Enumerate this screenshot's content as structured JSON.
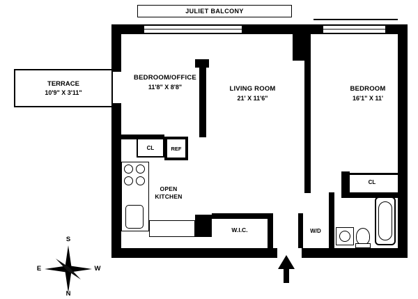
{
  "plan": {
    "juliet_balcony": "JULIET BALCONY",
    "terrace": {
      "name": "TERRACE",
      "dim": "10'9\" X 3'11\""
    },
    "bedroom_office": {
      "name": "BEDROOM/OFFICE",
      "dim": "11'8\" X 8'8\""
    },
    "living_room": {
      "name": "LIVING ROOM",
      "dim": "21' X 11'6\""
    },
    "bedroom": {
      "name": "BEDROOM",
      "dim": "16'1\" X 11'"
    },
    "closet_kitchen": "CL",
    "refrigerator": "REF",
    "open_kitchen": {
      "line1": "OPEN",
      "line2": "KITCHEN"
    },
    "wic": "W.I.C.",
    "washer_dryer": "W/D",
    "closet_bedroom": "CL",
    "compass": {
      "north": "N",
      "south": "S",
      "east": "E",
      "west": "W"
    }
  },
  "colors": {
    "wall": "#000000",
    "background": "#ffffff"
  }
}
